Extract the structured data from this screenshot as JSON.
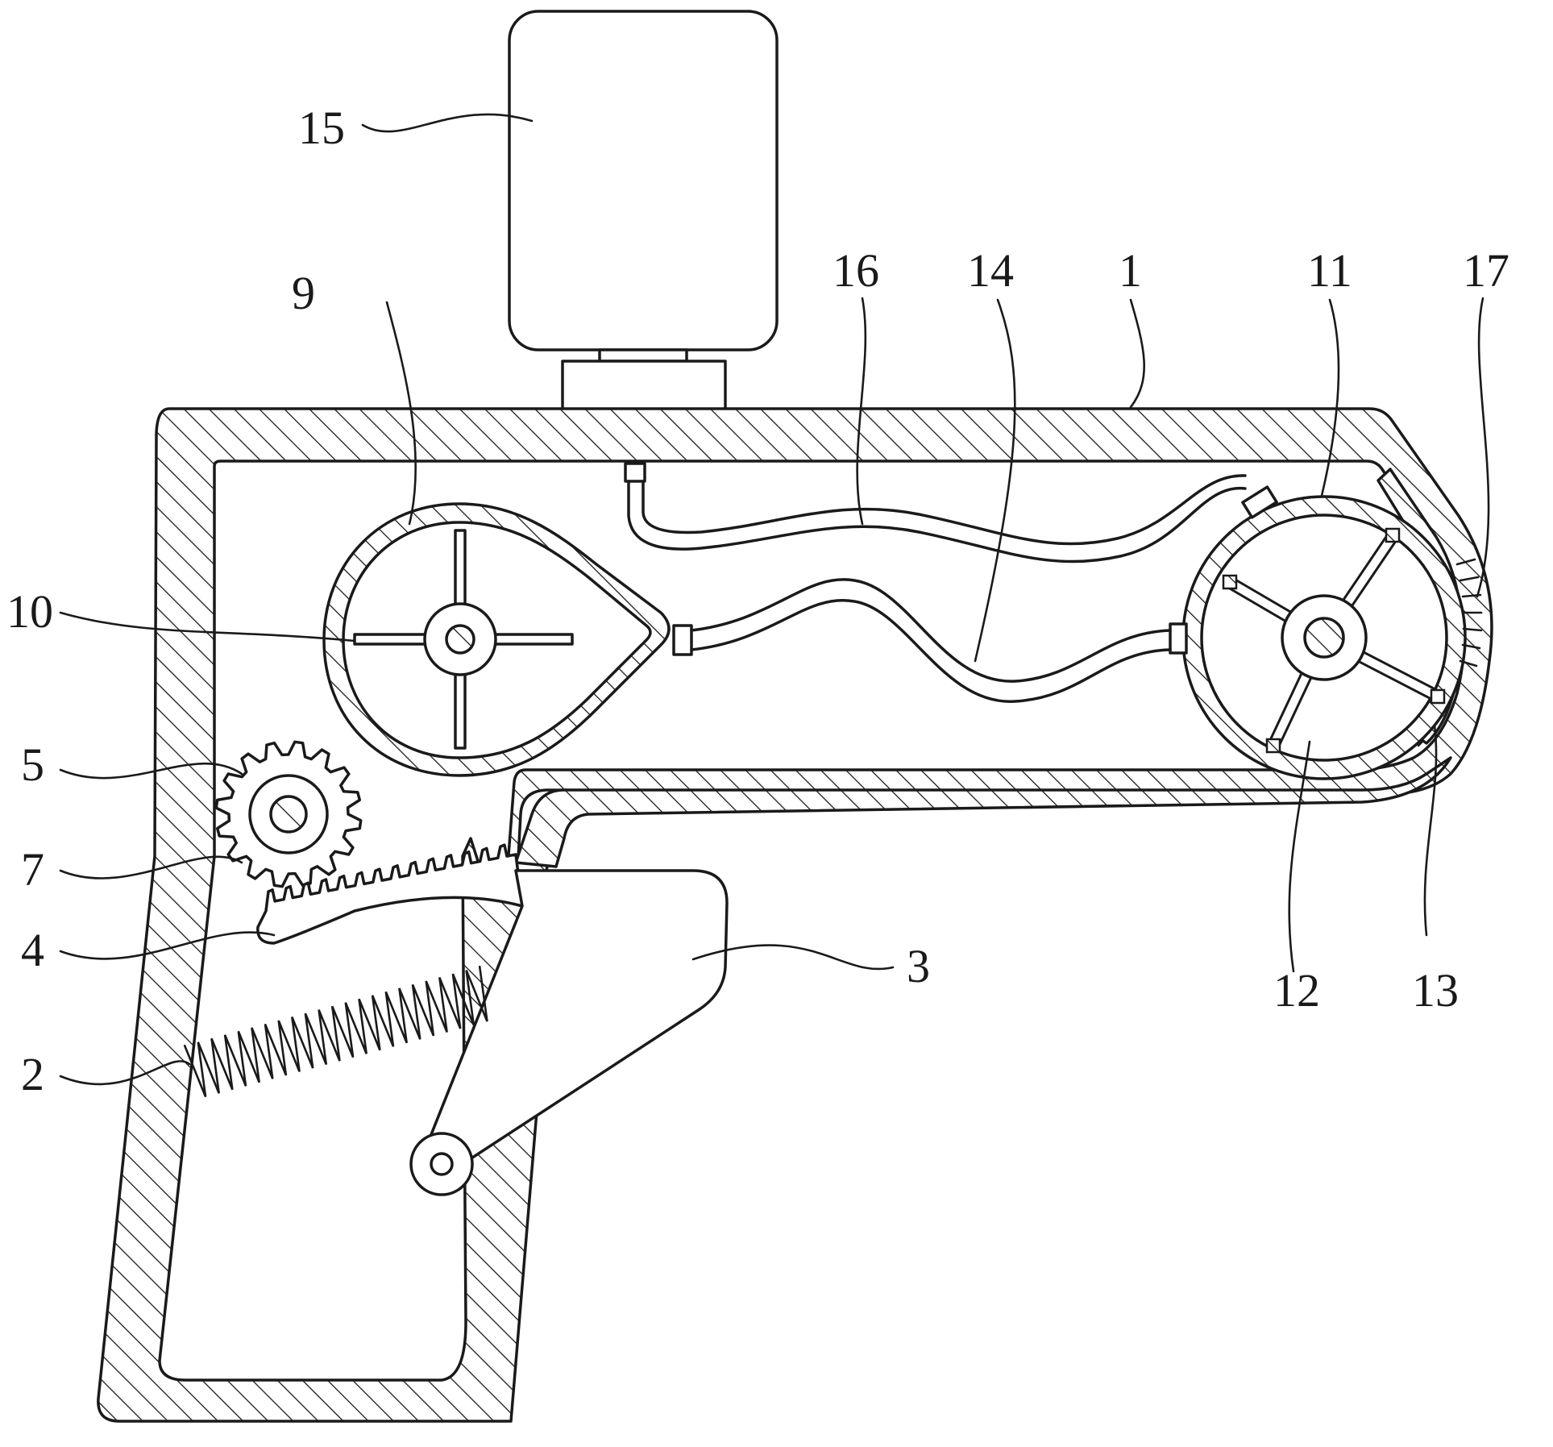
{
  "diagram": {
    "background": "#ffffff",
    "ink": "#1a1a1a",
    "labels": {
      "l15": "15",
      "l16": "16",
      "l14": "14",
      "l1": "1",
      "l11": "11",
      "l17": "17",
      "l9": "9",
      "l10": "10",
      "l5": "5",
      "l7": "7",
      "l4": "4",
      "l3": "3",
      "l2": "2",
      "l12": "12",
      "l13": "13"
    }
  }
}
